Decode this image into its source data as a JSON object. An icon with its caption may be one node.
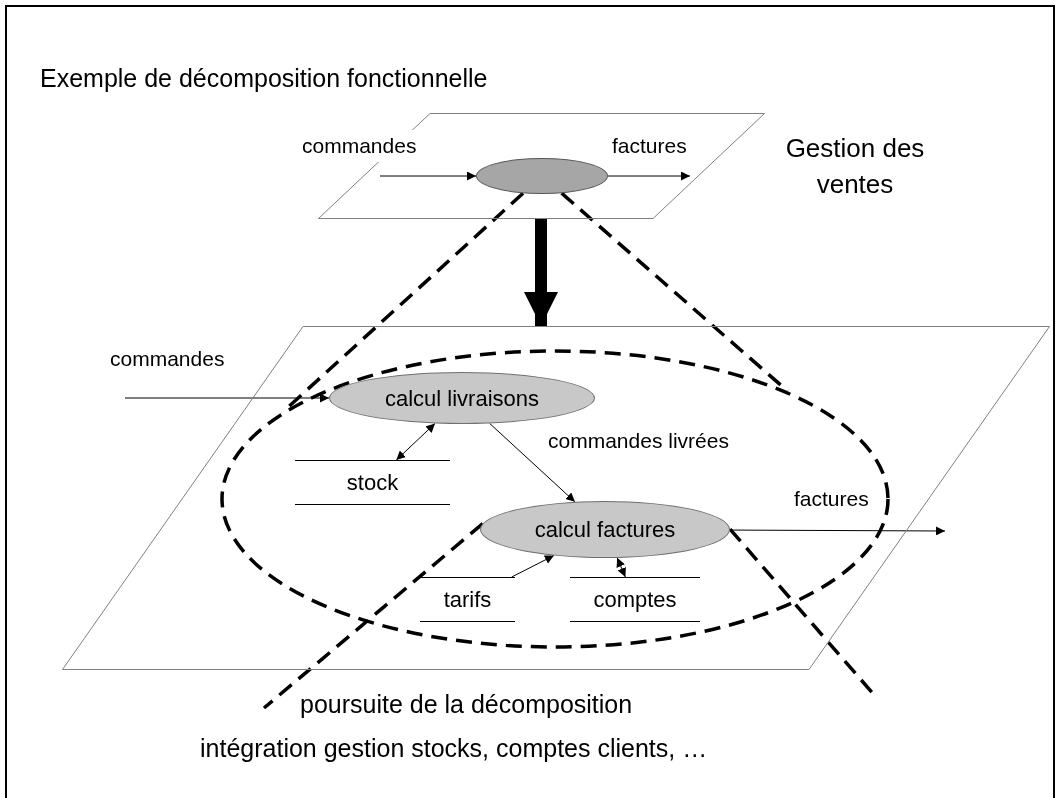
{
  "diagram": {
    "title": "Exemple de décomposition fonctionnelle",
    "nodes": [
      {
        "text": [],
        "shape": "parallelogram",
        "beside": [
          "Gestion des ventes"
        ]
      },
      {
        "text": [],
        "shape": "ellipse",
        "in": 0
      },
      {
        "text": [],
        "shape": "parallelogram"
      },
      {
        "text": [],
        "shape": "oval",
        "in": 2
      },
      {
        "text": [
          "calcul livraisons"
        ],
        "in": 3
      },
      {
        "text": [
          "stock"
        ],
        "in": 3
      },
      {
        "text": [
          "calcul factures"
        ],
        "in": 3
      },
      {
        "text": [
          "tarifs"
        ],
        "in": 3
      },
      {
        "text": [
          "comptes"
        ],
        "in": 3
      }
    ],
    "edges": [
      {
        "from": null,
        "to": 1,
        "arrow": "to",
        "label": "commandes"
      },
      {
        "from": 1,
        "to": null,
        "arrow": "to",
        "label": "factures"
      },
      {
        "from": 0,
        "to": 2,
        "arrow": "to",
        "style": "thick"
      },
      {
        "from": null,
        "to": 4,
        "arrow": "to",
        "label": "commandes"
      },
      {
        "from": 4,
        "to": 5,
        "arrow": "both"
      },
      {
        "from": 4,
        "to": 6,
        "arrow": "to",
        "label": "commandes livrées"
      },
      {
        "from": 7,
        "to": 6,
        "arrow": "to"
      },
      {
        "from": 6,
        "to": 8,
        "arrow": "both"
      },
      {
        "from": 6,
        "to": null,
        "arrow": "to",
        "label": "factures"
      },
      {
        "from": 1,
        "to": 3,
        "arrow": "none",
        "style": "dashed"
      },
      {
        "from": 1,
        "to": 3,
        "arrow": "none",
        "style": "dashed"
      },
      {
        "from": 6,
        "to": null,
        "arrow": "none",
        "style": "dashed"
      },
      {
        "from": 6,
        "to": null,
        "arrow": "none",
        "style": "dashed"
      }
    ],
    "labels": [
      "poursuite de la décomposition",
      "intégration gestion stocks, comptes clients,  …"
    ]
  }
}
